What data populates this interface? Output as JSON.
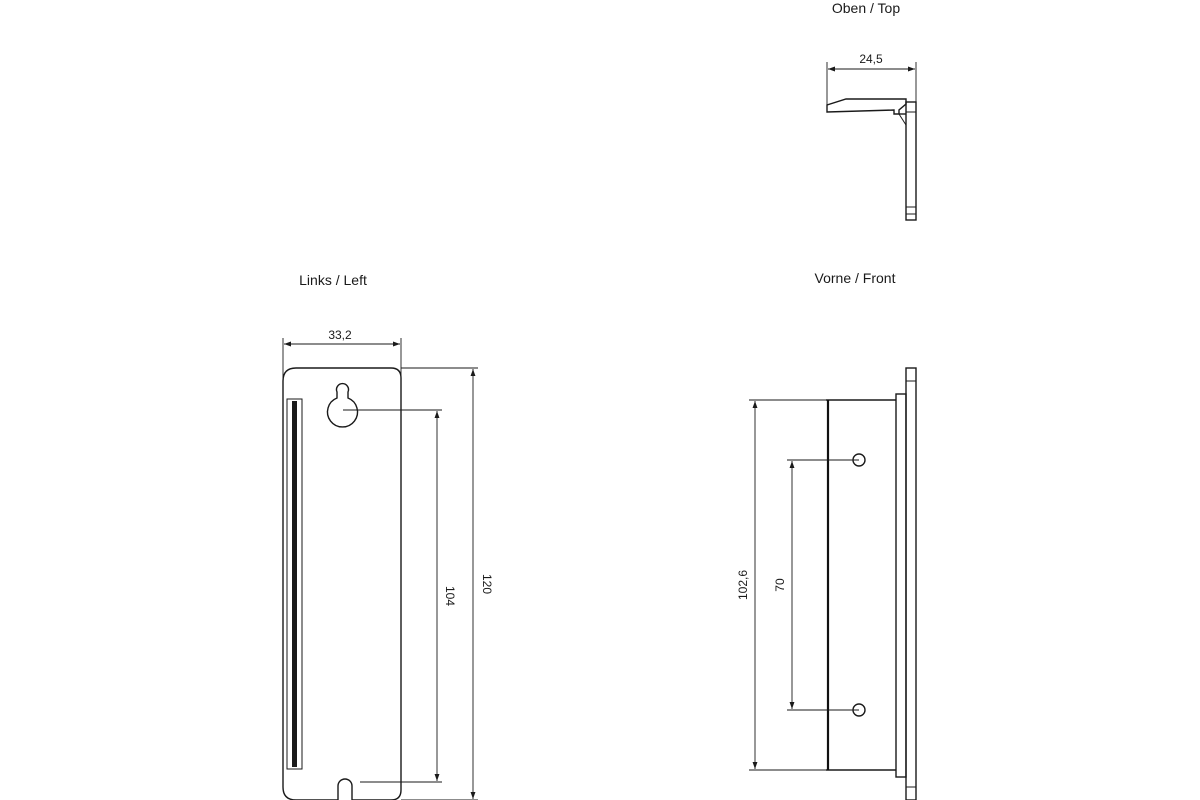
{
  "views": {
    "top": {
      "label": "Oben / Top",
      "dim_width": "24,5"
    },
    "left": {
      "label": "Links / Left",
      "dim_width": "33,2",
      "dim_hole_spacing": "104",
      "dim_height": "120"
    },
    "front": {
      "label": "Vorne / Front",
      "dim_height": "102,6",
      "dim_hole_spacing": "70"
    }
  },
  "colors": {
    "line": "#1a1a1a",
    "background": "#ffffff"
  }
}
